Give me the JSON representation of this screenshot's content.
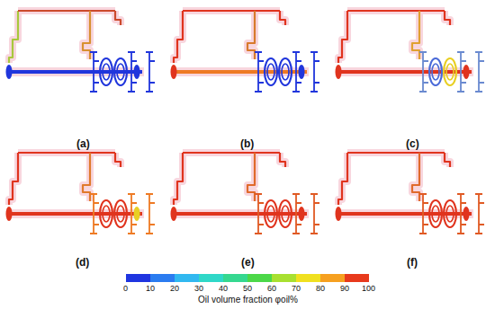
{
  "diagram": {
    "labels": [
      "(a)",
      "(b)",
      "(c)",
      "(d)",
      "(e)",
      "(f)",
      "0",
      "10",
      "20",
      "30",
      "40",
      "50",
      "60",
      "70",
      "80",
      "90",
      "100",
      "Oil volume fraction φoil%"
    ]
  }
}
